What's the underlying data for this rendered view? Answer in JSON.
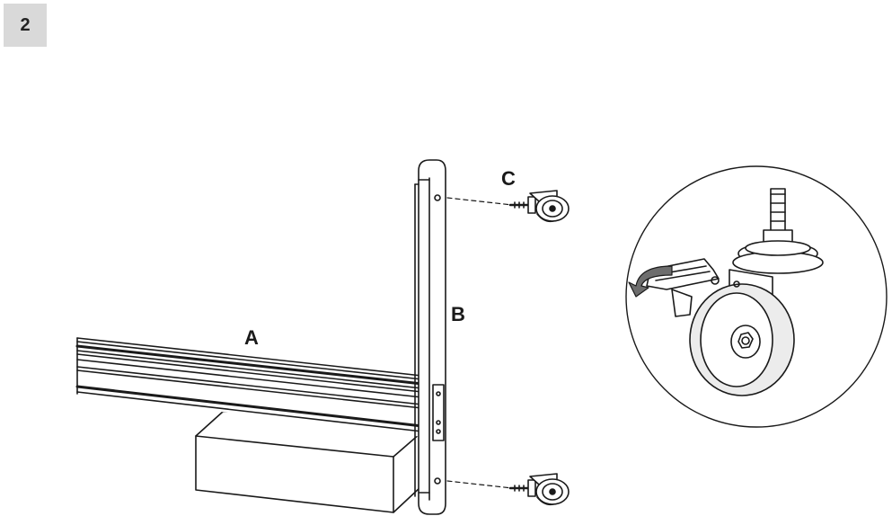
{
  "step": {
    "number": "2"
  },
  "labels": {
    "rail": "A",
    "leg": "B",
    "caster": "C"
  },
  "colors": {
    "stroke": "#1a1a1a",
    "badge": "#d9d9d9",
    "zoom_bg": "#ececec",
    "rotate_arrow": "#6d6d6d"
  }
}
